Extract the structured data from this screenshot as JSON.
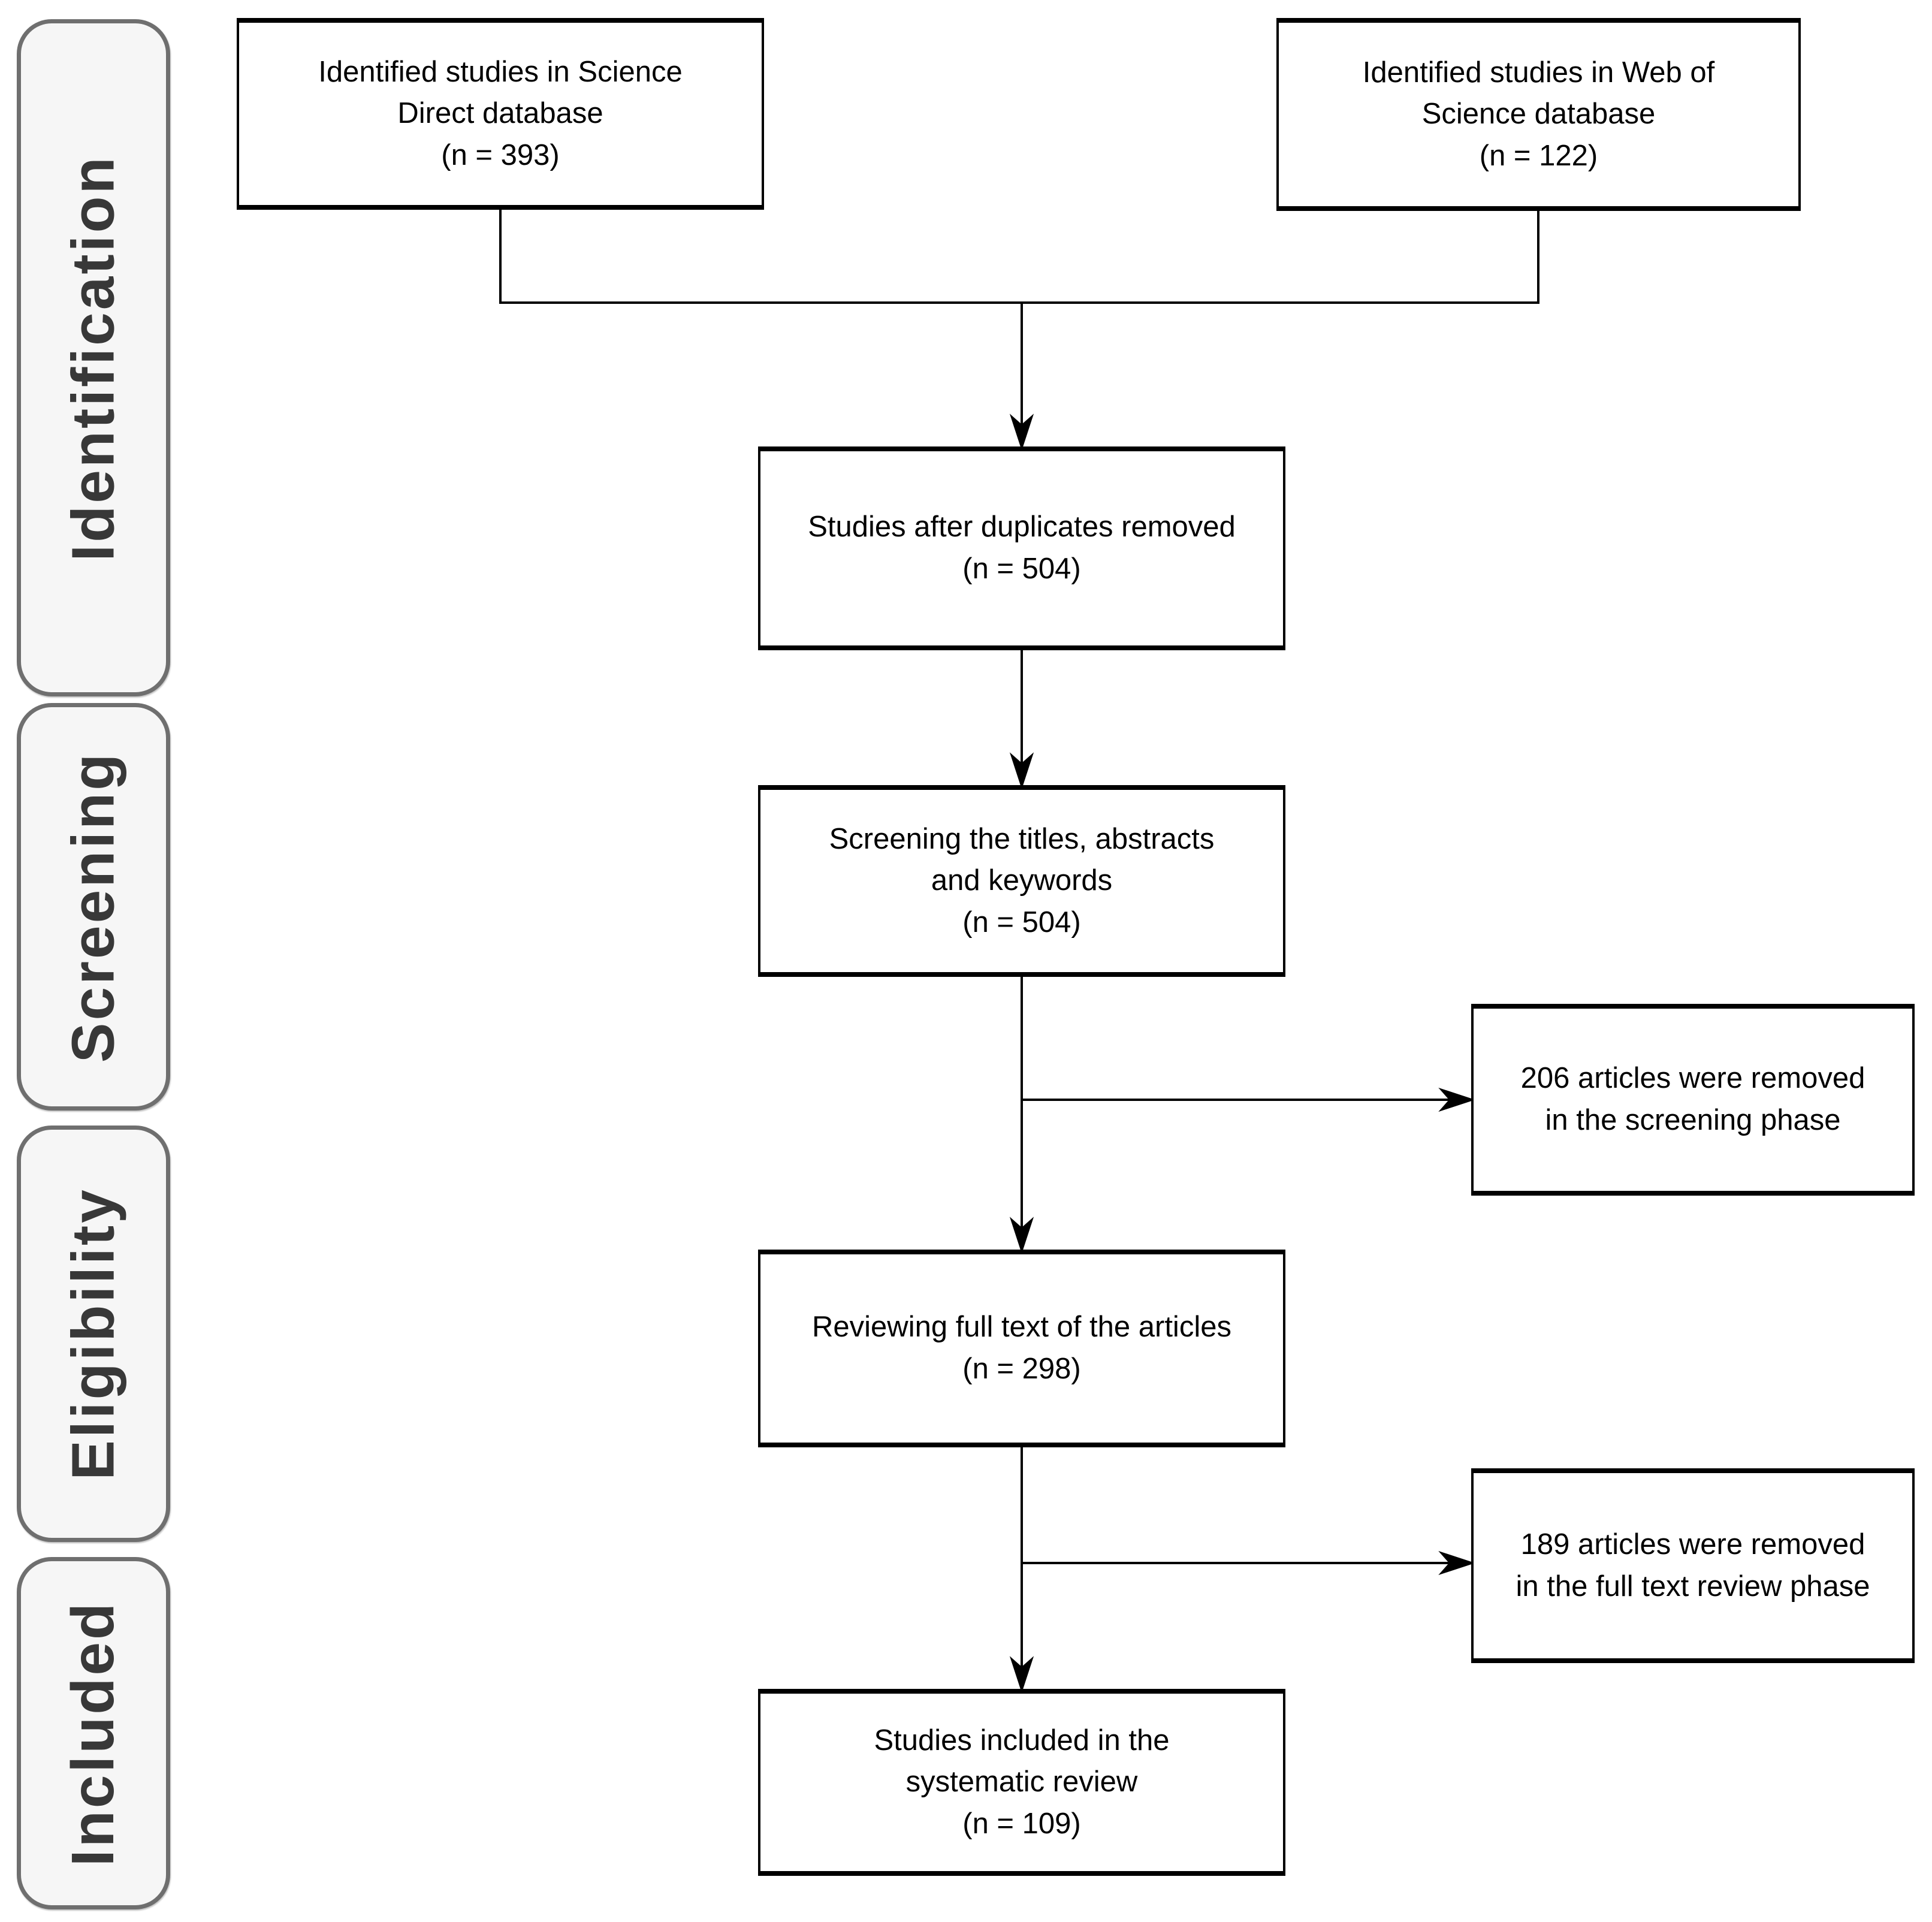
{
  "colors": {
    "canvas_bg": "#ffffff",
    "node_border": "#000000",
    "node_fill": "#ffffff",
    "node_text": "#000000",
    "stage_fill": "#f6f6f6",
    "stage_border": "#6f6f6f",
    "stage_text": "#383838",
    "connector": "#000000"
  },
  "stages": [
    {
      "label": "Identification"
    },
    {
      "label": "Screening"
    },
    {
      "label": "Eligibility"
    },
    {
      "label": "Included"
    }
  ],
  "boxes": {
    "science_direct": {
      "lines": [
        "Identified studies in Science",
        "Direct database",
        "(n = 393)"
      ],
      "n": 393
    },
    "web_of_science": {
      "lines": [
        "Identified studies in Web of",
        "Science database",
        "(n = 122)"
      ],
      "n": 122
    },
    "duplicates_removed": {
      "lines": [
        "Studies after duplicates removed",
        "(n = 504)"
      ],
      "n": 504
    },
    "screening": {
      "lines": [
        "Screening the titles, abstracts",
        "and keywords",
        "(n = 504)"
      ],
      "n": 504
    },
    "screening_removed": {
      "lines": [
        "206 articles were removed",
        "in the screening phase"
      ],
      "removed_count": 206
    },
    "full_text_review": {
      "lines": [
        "Reviewing full text of the articles",
        "(n = 298)"
      ],
      "n": 298
    },
    "full_text_removed": {
      "lines": [
        "189 articles were removed",
        "in the full text review phase"
      ],
      "removed_count": 189
    },
    "included": {
      "lines": [
        "Studies included in the",
        "systematic review",
        "(n = 109)"
      ],
      "n": 109
    }
  }
}
